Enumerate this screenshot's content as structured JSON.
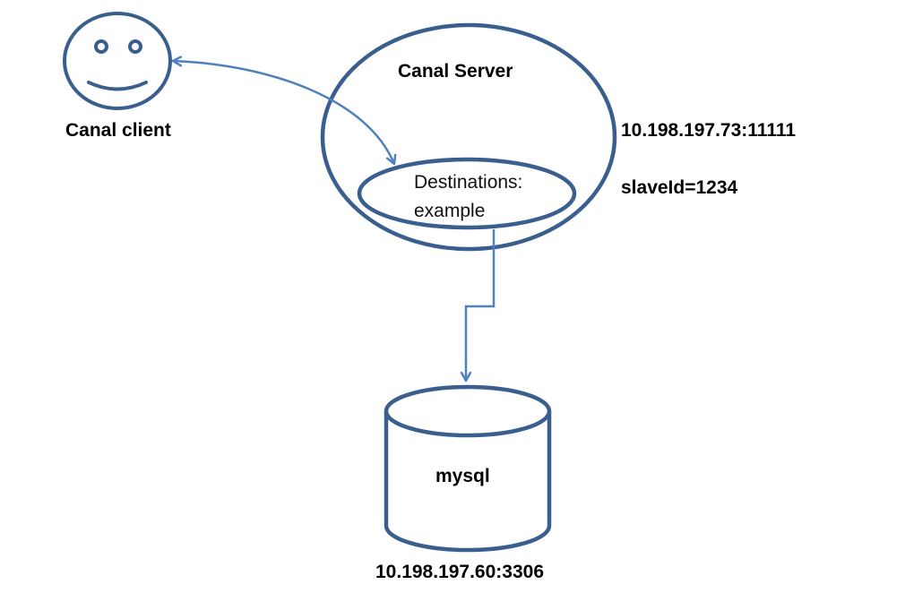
{
  "nodes": {
    "client": {
      "label": "Canal client"
    },
    "server": {
      "label": "Canal Server",
      "address": "10.198.197.73:11111",
      "slave_id": "slaveId=1234"
    },
    "destinations": {
      "line1": "Destinations:",
      "line2": "example"
    },
    "database": {
      "label": "mysql",
      "address": "10.198.197.60:3306"
    }
  },
  "edges": [
    {
      "from": "client",
      "to": "destinations",
      "direction": "bidirectional"
    },
    {
      "from": "destinations",
      "to": "database",
      "direction": "forward"
    }
  ],
  "colors": {
    "shape_stroke": "#3a5f8f",
    "connector": "#4f81bd",
    "text": "#000000"
  }
}
